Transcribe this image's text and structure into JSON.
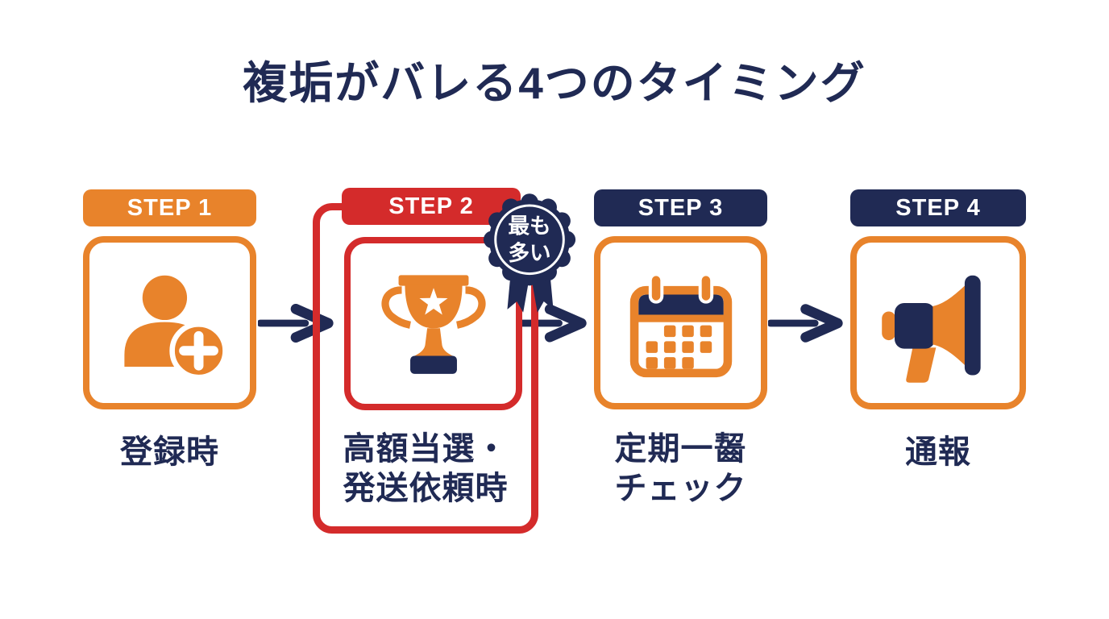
{
  "title": "複垢がバレる4つのタイミング",
  "colors": {
    "orange": "#E8832B",
    "red": "#D42B2B",
    "navy": "#202A54",
    "background": "#FFFFFF"
  },
  "badge": {
    "line1": "最も",
    "line2": "多い"
  },
  "steps": [
    {
      "header": "STEP 1",
      "header_color": "orange",
      "icon": "person-add",
      "label_line1": "登録時",
      "label_line2": ""
    },
    {
      "header": "STEP 2",
      "header_color": "red",
      "icon": "trophy",
      "label_line1": "高額当選・",
      "label_line2": "発送依頼時"
    },
    {
      "header": "STEP 3",
      "header_color": "navy",
      "icon": "calendar",
      "label_line1": "定期一齧",
      "label_line2": "チェック"
    },
    {
      "header": "STEP 4",
      "header_color": "navy",
      "icon": "megaphone",
      "label_line1": "通報",
      "label_line2": ""
    }
  ]
}
